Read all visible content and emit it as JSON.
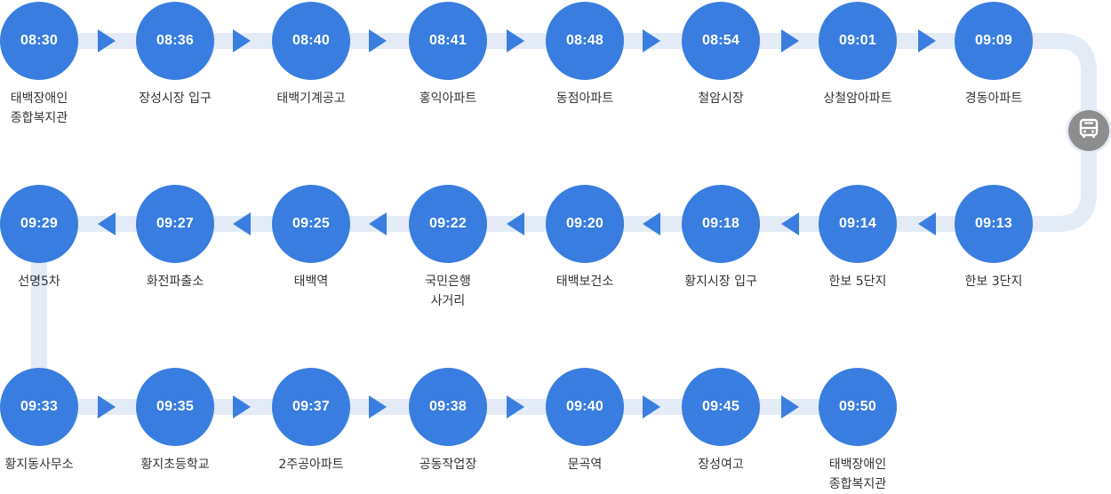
{
  "rows": [
    [
      {
        "time": "08:30",
        "name": "태백장애인\n종합복지관"
      },
      {
        "time": "08:36",
        "name": "장성시장 입구"
      },
      {
        "time": "08:40",
        "name": "태백기계공고"
      },
      {
        "time": "08:41",
        "name": "홍익아파트"
      },
      {
        "time": "08:48",
        "name": "동점아파트"
      },
      {
        "time": "08:54",
        "name": "철암시장"
      },
      {
        "time": "09:01",
        "name": "상철암아파트"
      },
      {
        "time": "09:09",
        "name": "경동아파트"
      }
    ],
    [
      {
        "time": "09:29",
        "name": "선명5차"
      },
      {
        "time": "09:27",
        "name": "화전파출소"
      },
      {
        "time": "09:25",
        "name": "태백역"
      },
      {
        "time": "09:22",
        "name": "국민은행\n사거리"
      },
      {
        "time": "09:20",
        "name": "태백보건소"
      },
      {
        "time": "09:18",
        "name": "황지시장 입구"
      },
      {
        "time": "09:14",
        "name": "한보 5단지"
      },
      {
        "time": "09:13",
        "name": "한보 3단지"
      }
    ],
    [
      {
        "time": "09:33",
        "name": "황지동사무소"
      },
      {
        "time": "09:35",
        "name": "황지초등학교"
      },
      {
        "time": "09:37",
        "name": "2주공아파트"
      },
      {
        "time": "09:38",
        "name": "공동작업장"
      },
      {
        "time": "09:40",
        "name": "문곡역"
      },
      {
        "time": "09:45",
        "name": "장성여고"
      },
      {
        "time": "09:50",
        "name": "태백장애인\n종합복지관"
      }
    ]
  ],
  "colors": {
    "node": "#3a7de0",
    "track": "#e3ebf7",
    "arrow": "#3a7de0",
    "bus_badge": "#8d8d8d"
  },
  "icons": {
    "bus": "bus-icon",
    "arrow_right": "arrow-right-icon",
    "arrow_left": "arrow-left-icon"
  }
}
